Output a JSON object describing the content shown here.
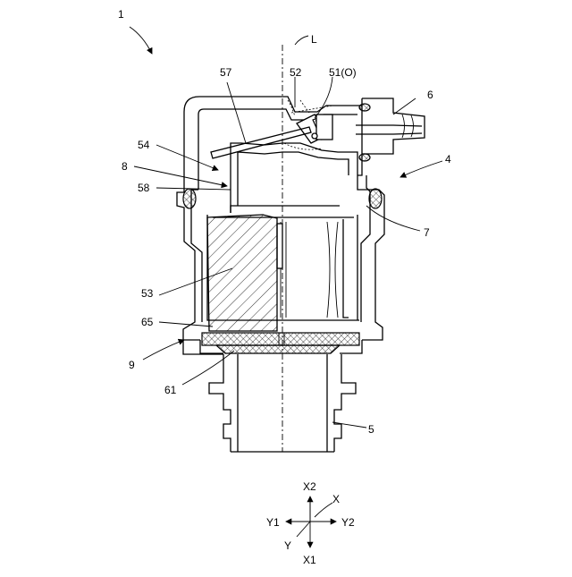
{
  "labels": {
    "device": "1",
    "axis": "L",
    "lever": "57",
    "shaft": "52",
    "valve": "51(O)",
    "nozzle": "6",
    "hole": "54",
    "flow": "8",
    "arm": "58",
    "cap": "4",
    "chamber": "7",
    "float": "53",
    "plate": "65",
    "body": "9",
    "seal": "61",
    "inlet": "5"
  },
  "directions": {
    "x2": "X2",
    "x1": "X1",
    "x": "X",
    "y": "Y",
    "y1": "Y1",
    "y2": "Y2"
  }
}
